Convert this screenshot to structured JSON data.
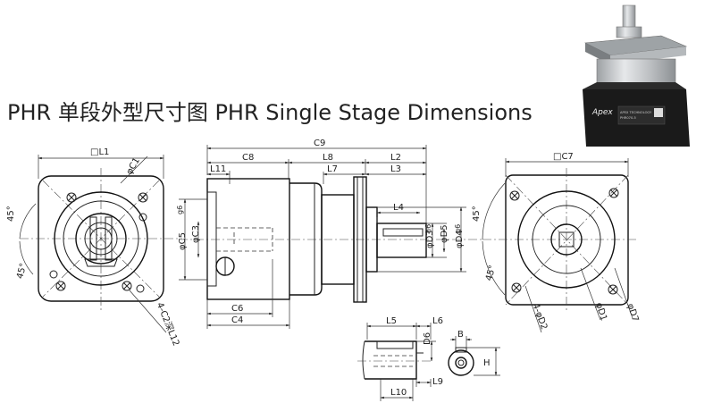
{
  "title": "PHR 单段外型尺寸图 PHR Single Stage Dimensions",
  "labels": {
    "L1": "□L1",
    "C1": "φC1",
    "a45_1": "45°",
    "a45_2": "45°",
    "C2L12": "4-C2深L12",
    "C9": "C9",
    "C8": "C8",
    "L8": "L8",
    "L2": "L2",
    "L11": "L11",
    "L7": "L7",
    "L3": "L3",
    "L4": "L4",
    "C5": "φC5",
    "C5tol": "g6",
    "C3": "φC3",
    "D3": "φD3",
    "D3tol": "h6",
    "D5": "φD5",
    "D4": "φD4",
    "D4tol": "g6",
    "C6": "C6",
    "C4": "C4",
    "C7": "□C7",
    "a45_3": "45°",
    "a45_4": "45°",
    "D2": "4-φD2",
    "D1": "φD1",
    "D7": "φD7",
    "L5": "L5",
    "L6": "L6",
    "D6": "D6",
    "B": "B",
    "H": "H",
    "L9": "L9",
    "L10": "L10"
  },
  "product": {
    "label_line1": "APEX TECHNOLOGY",
    "label_line2": "PHR070-5"
  },
  "colors": {
    "line": "#222222",
    "housing": "#c9ccce",
    "body": "#1a1a1a"
  }
}
